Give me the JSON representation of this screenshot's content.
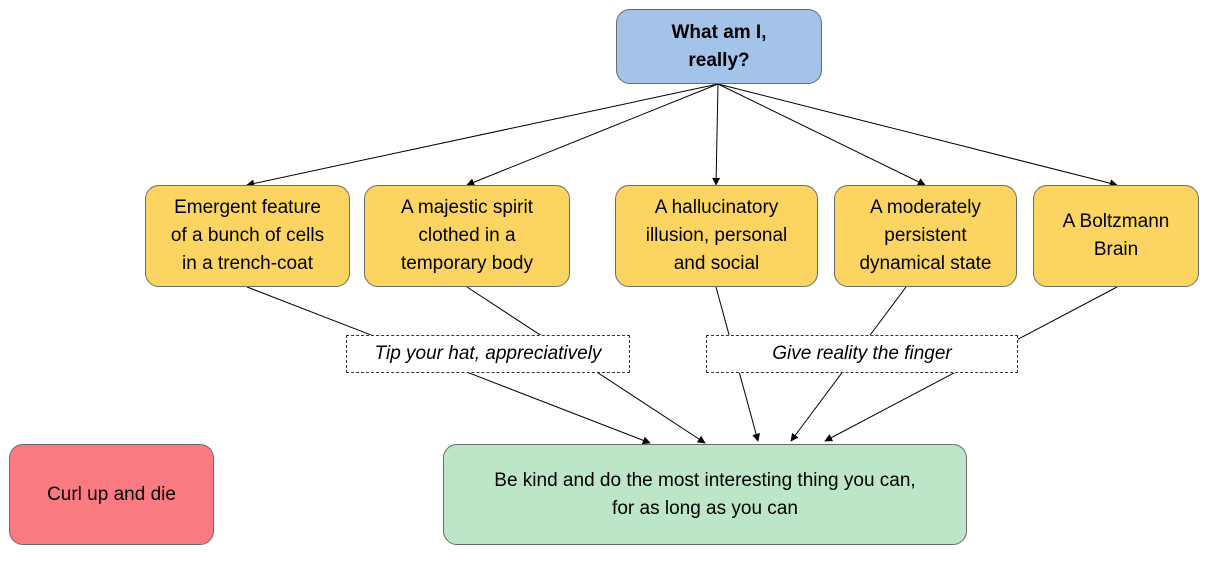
{
  "nodes": {
    "root": {
      "lines": [
        "What am I,",
        "really?"
      ],
      "color": "#a4c3e8"
    },
    "options": [
      {
        "lines": [
          "Emergent feature",
          "of a bunch of cells",
          "in a trench-coat"
        ]
      },
      {
        "lines": [
          "A majestic spirit",
          "clothed in a",
          "temporary body"
        ]
      },
      {
        "lines": [
          "A hallucinatory",
          "illusion, personal",
          "and social"
        ]
      },
      {
        "lines": [
          "A moderately",
          "persistent",
          "dynamical state"
        ]
      },
      {
        "lines": [
          "A Boltzmann",
          "Brain"
        ]
      }
    ],
    "outcome": {
      "lines": [
        "Be kind and do the most interesting thing you can,",
        "for as long as you can"
      ],
      "color": "#bde5c8"
    },
    "side": {
      "label": "Curl up and die",
      "color": "#f97a80"
    }
  },
  "edge_labels": {
    "left": "Tip your hat, appreciatively",
    "right": "Give reality the finger"
  },
  "colors": {
    "option": "#fcd462",
    "edge": "#000000"
  }
}
